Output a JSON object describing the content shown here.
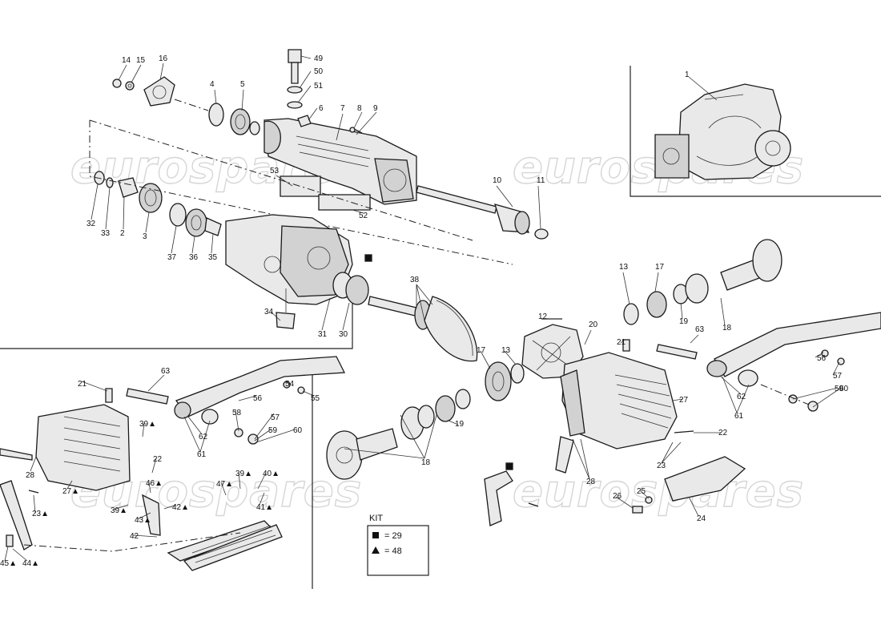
{
  "watermark": {
    "text": "eurospares"
  },
  "kit": {
    "title": "KIT",
    "rows": [
      {
        "symbol": "square",
        "text": "= 29"
      },
      {
        "symbol": "triangle",
        "text": "= 48"
      }
    ]
  },
  "callouts": [
    "14",
    "15",
    "16",
    "49",
    "50",
    "51",
    "4",
    "5",
    "6",
    "8",
    "9",
    "7",
    "1",
    "53",
    "10",
    "11",
    "32",
    "33",
    "2",
    "3",
    "52",
    "37",
    "36",
    "35",
    "34",
    "31",
    "30",
    "38",
    "13",
    "17",
    "19",
    "18",
    "12",
    "20",
    "21",
    "63",
    "56",
    "57",
    "59",
    "60",
    "62",
    "61",
    "17",
    "13",
    "19",
    "18",
    "27",
    "22",
    "23",
    "28",
    "24",
    "25",
    "26",
    "21",
    "63",
    "54",
    "55",
    "56",
    "57",
    "58",
    "59",
    "60",
    "62",
    "61",
    "39▲",
    "22",
    "28",
    "27▲",
    "46▲",
    "42▲",
    "47▲",
    "39▲",
    "40▲",
    "41▲",
    "43▲",
    "42",
    "39▲",
    "23▲",
    "45▲",
    "44▲"
  ],
  "markers": [
    {
      "symbol": "square"
    },
    {
      "symbol": "square"
    }
  ]
}
